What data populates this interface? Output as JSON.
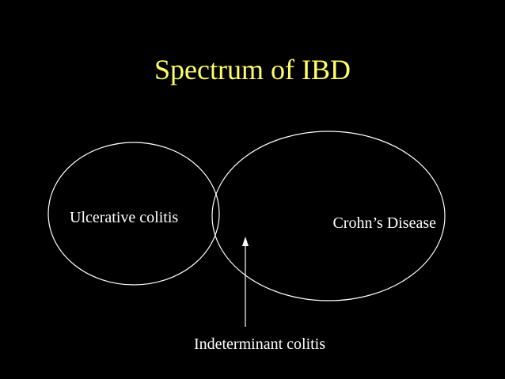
{
  "slide": {
    "title": "Spectrum of IBD",
    "title_color": "#ffff66",
    "background_color": "#000000",
    "text_color": "#ffffff"
  },
  "diagram": {
    "left_set_label": "Ulcerative colitis",
    "right_set_label": "Crohn’s Disease",
    "overlap_label": "Indeterminant colitis",
    "pointer_icon": "arrow-up-icon"
  }
}
